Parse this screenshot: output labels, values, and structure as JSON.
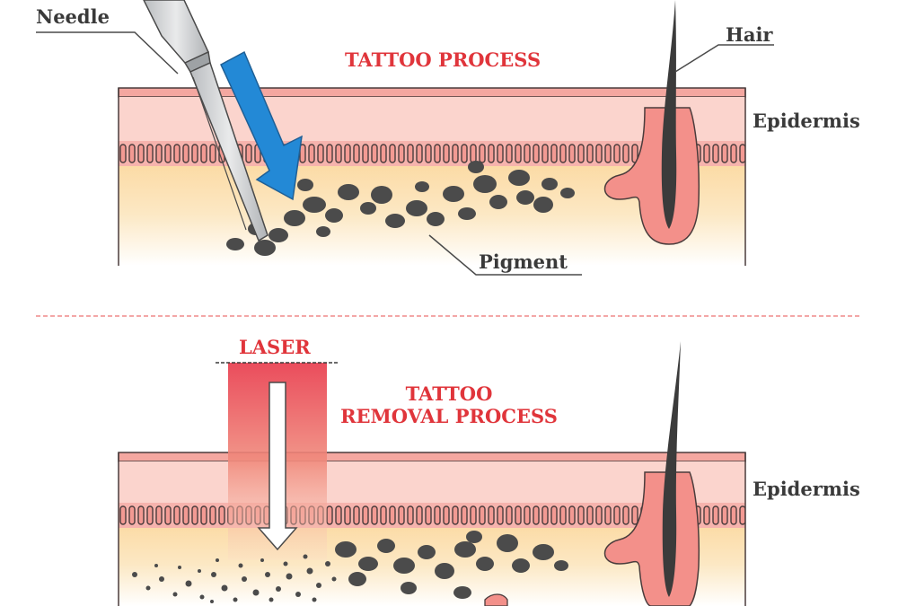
{
  "labels": {
    "needle": "Needle",
    "hair": "Hair",
    "epidermis_top": "Epidermis",
    "pigment": "Pigment",
    "laser": "LASER",
    "epidermis_bottom": "Epidermis"
  },
  "titles": {
    "top": "TATTOO PROCESS",
    "bottom_line1": "TATTOO",
    "bottom_line2": "REMOVAL PROCESS"
  },
  "colors": {
    "title_red": "#e0353b",
    "label_dark": "#3a3a3a",
    "skin_top": "#f9c9c2",
    "dermis": "#fbe2b2",
    "arrow_blue": "#2389d6",
    "pigment": "#4a4a4a",
    "laser_red": "#e8394a"
  }
}
